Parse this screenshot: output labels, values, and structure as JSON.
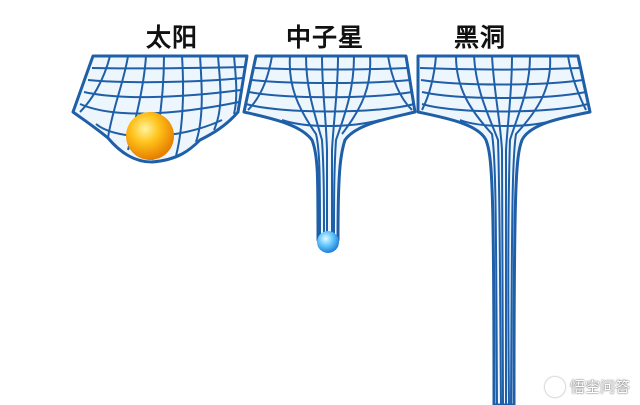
{
  "panels": [
    {
      "label": "太阳",
      "object": "sun"
    },
    {
      "label": "中子星",
      "object": "neutron-star"
    },
    {
      "label": "黑洞",
      "object": "black-hole"
    }
  ],
  "watermark": "悟空问答",
  "colors": {
    "grid_line": "#1f5fa8",
    "grid_fill": "#eef6fd",
    "sun_core": "#ffd23a",
    "sun_edge": "#e88a00",
    "neutron_star": "#5cc6ff"
  },
  "icons": {
    "watermark_logo": "chat-bubble-icon"
  }
}
